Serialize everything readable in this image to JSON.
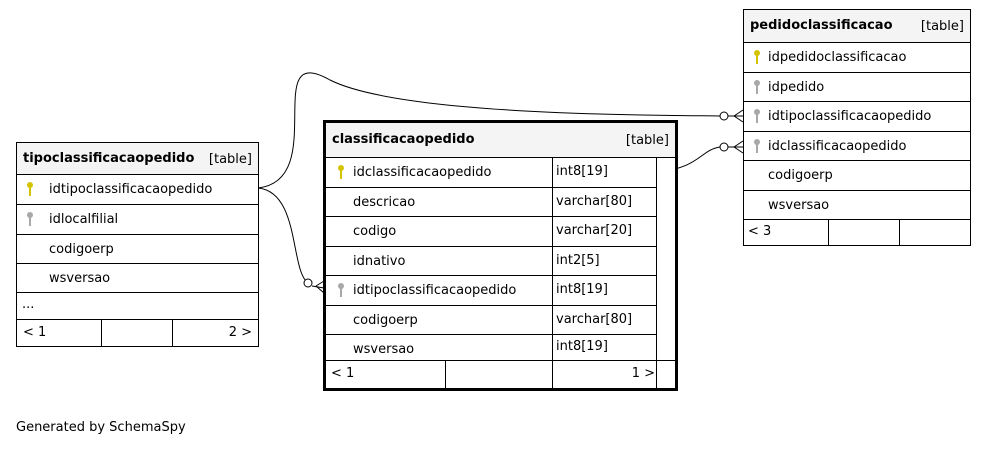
{
  "footer_text": "Generated by SchemaSpy",
  "colors": {
    "primary_key": "#d4c400",
    "foreign_key": "#a8a8a8",
    "header_bg": "#f4f4f4"
  },
  "tables": {
    "tipo": {
      "name": "tipoclassificacaopedido",
      "kind": "[table]",
      "columns": [
        {
          "name": "idtipoclassificacaopedido",
          "key": "primary"
        },
        {
          "name": "idlocalfilial",
          "key": "foreign"
        },
        {
          "name": "codigoerp",
          "key": "none"
        },
        {
          "name": "wsversao",
          "key": "none"
        }
      ],
      "more": "...",
      "footer": {
        "left": "< 1",
        "right": "2 >"
      }
    },
    "classificacao": {
      "name": "classificacaopedido",
      "kind": "[table]",
      "columns": [
        {
          "name": "idclassificacaopedido",
          "type": "int8[19]",
          "key": "primary"
        },
        {
          "name": "descricao",
          "type": "varchar[80]",
          "key": "none"
        },
        {
          "name": "codigo",
          "type": "varchar[20]",
          "key": "none"
        },
        {
          "name": "idnativo",
          "type": "int2[5]",
          "key": "none"
        },
        {
          "name": "idtipoclassificacaopedido",
          "type": "int8[19]",
          "key": "foreign"
        },
        {
          "name": "codigoerp",
          "type": "varchar[80]",
          "key": "none"
        },
        {
          "name": "wsversao",
          "type": "int8[19]",
          "key": "none"
        }
      ],
      "footer": {
        "left": "< 1",
        "right": "1 >"
      }
    },
    "pedido": {
      "name": "pedidoclassificacao",
      "kind": "[table]",
      "columns": [
        {
          "name": "idpedidoclassificacao",
          "key": "primary"
        },
        {
          "name": "idpedido",
          "key": "foreign"
        },
        {
          "name": "idtipoclassificacaopedido",
          "key": "foreign"
        },
        {
          "name": "idclassificacaopedido",
          "key": "foreign"
        },
        {
          "name": "codigoerp",
          "key": "none"
        },
        {
          "name": "wsversao",
          "key": "none"
        }
      ],
      "footer": {
        "left": "< 3"
      }
    }
  }
}
